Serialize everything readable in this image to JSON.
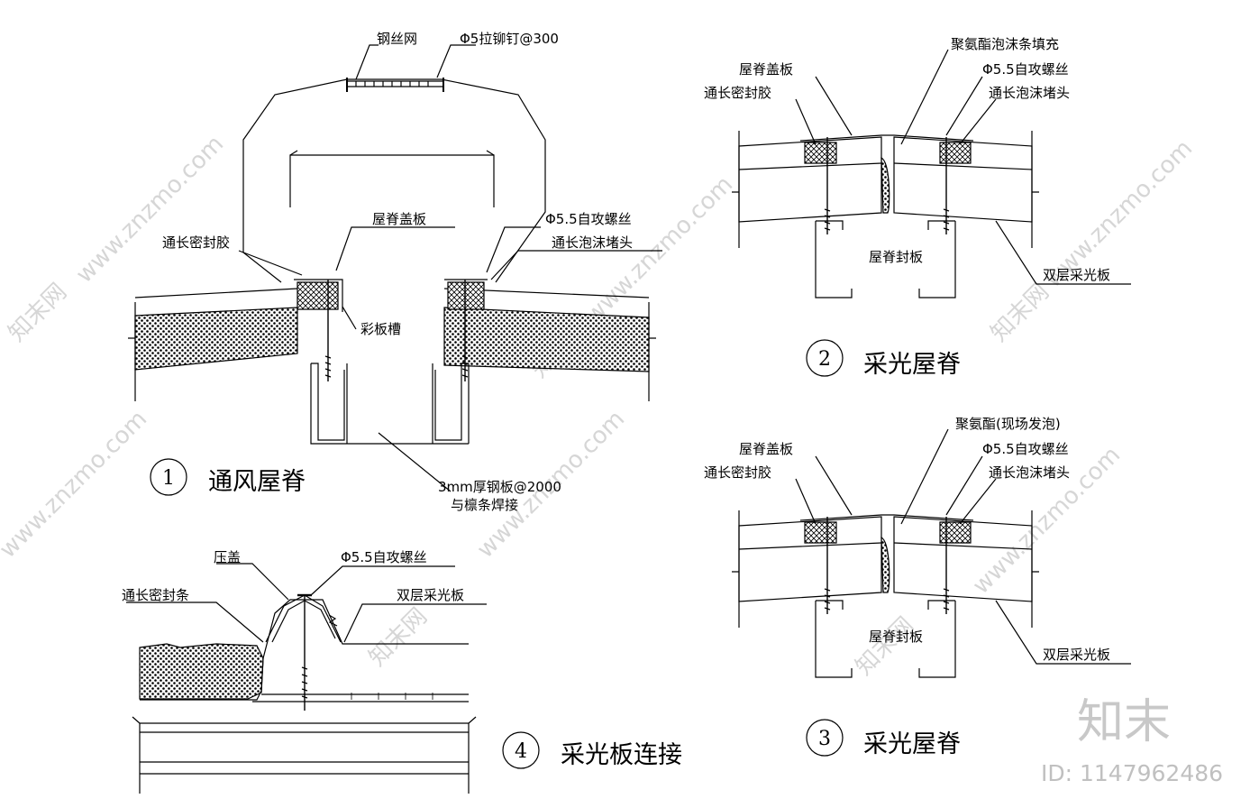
{
  "watermark": {
    "site": "www.znzmo.com",
    "cn": "知末网"
  },
  "brand": {
    "name": "知末",
    "id_text": "ID: 1147962486"
  },
  "detail1": {
    "number": "1",
    "title": "通风屋脊",
    "labels": {
      "mesh": "钢丝网",
      "rivet": "Φ5拉铆钉@300",
      "ridge_cover": "屋脊盖板",
      "sealant": "通长密封胶",
      "screw": "Φ5.5自攻螺丝",
      "foam": "通长泡沫堵头",
      "trough": "彩板槽",
      "plate_1": "3mm厚钢板@2000",
      "plate_2": "与檩条焊接"
    }
  },
  "detail2": {
    "number": "2",
    "title": "采光屋脊",
    "labels": {
      "ridge_cover": "屋脊盖板",
      "infill": "聚氨酯泡沫条填充",
      "sealant": "通长密封胶",
      "screw": "Φ5.5自攻螺丝",
      "foam": "通长泡沫堵头",
      "seal_plate": "屋脊封板",
      "panel": "双层采光板"
    }
  },
  "detail3": {
    "number": "3",
    "title": "采光屋脊",
    "labels": {
      "ridge_cover": "屋脊盖板",
      "infill": "聚氨酯(现场发泡)",
      "sealant": "通长密封胶",
      "screw": "Φ5.5自攻螺丝",
      "foam": "通长泡沫堵头",
      "seal_plate": "屋脊封板",
      "panel": "双层采光板"
    }
  },
  "detail4": {
    "number": "4",
    "title": "采光板连接",
    "labels": {
      "cap": "压盖",
      "screw": "Φ5.5自攻螺丝",
      "strip": "通长密封条",
      "panel": "双层采光板"
    }
  }
}
